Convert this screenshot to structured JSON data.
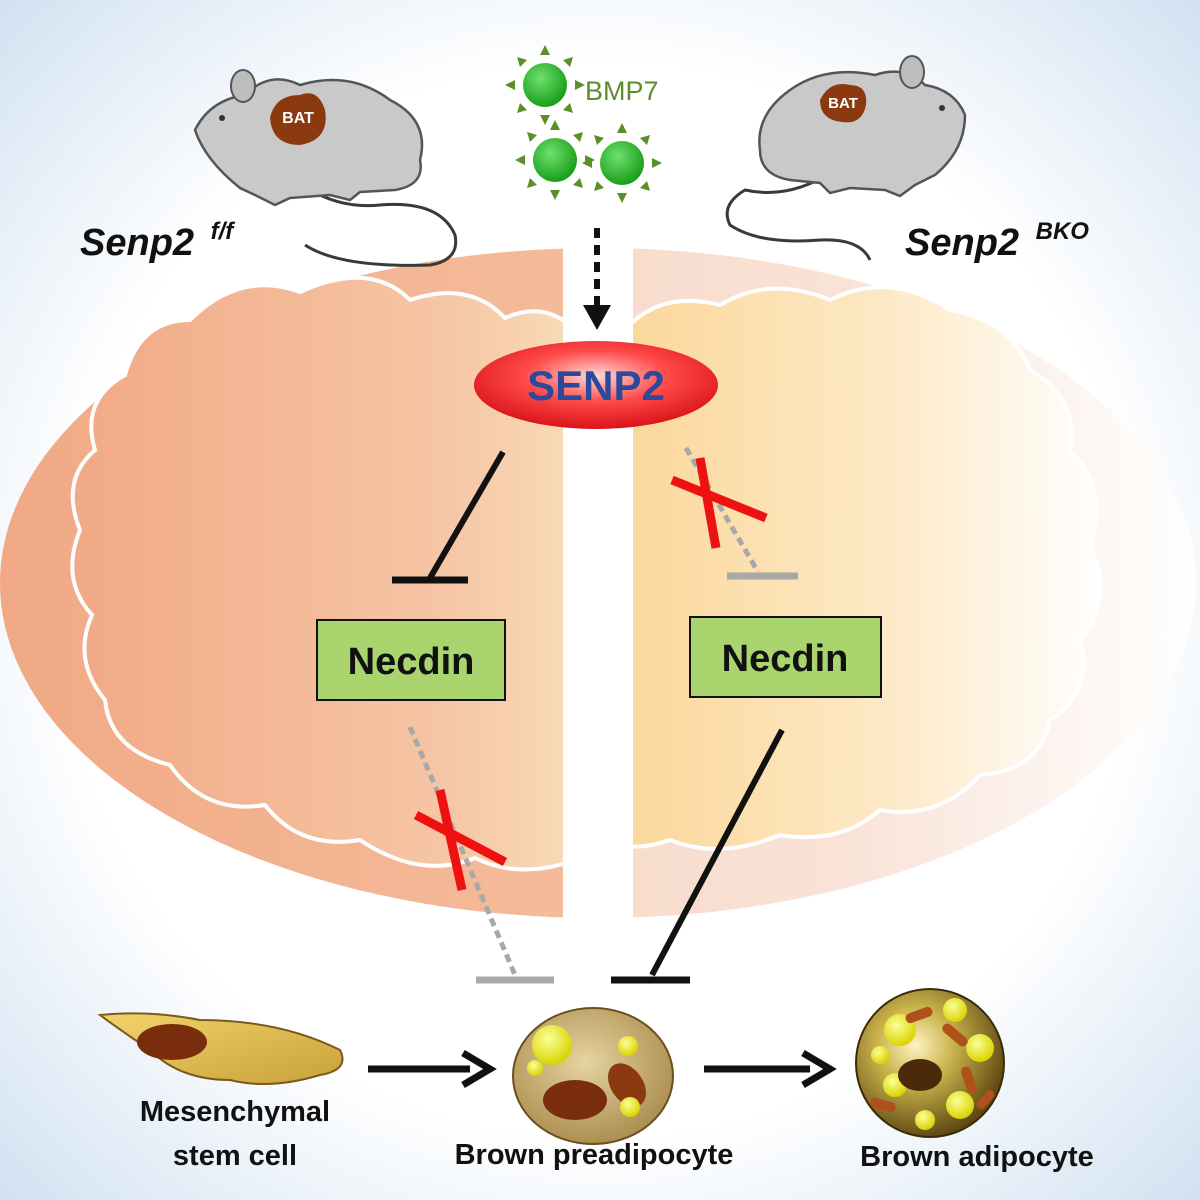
{
  "labels": {
    "bat_left": "BAT",
    "bat_right": "BAT",
    "bmp7": "BMP7",
    "genotype_left_name": "Senp2",
    "genotype_left_sup": "f/f",
    "genotype_right_name": "Senp2",
    "genotype_right_sup": "BKO",
    "senp2": "SENP2",
    "necdin_left": "Necdin",
    "necdin_right": "Necdin",
    "msc_line1": "Mesenchymal",
    "msc_line2": "stem cell",
    "preadipocyte": "Brown preadipocyte",
    "adipocyte": "Brown adipocyte"
  },
  "colors": {
    "bmp7_text": "#5a8f2a",
    "bmp7_ligand": "#22b022",
    "bat_spot": "#8b3a10",
    "senp2_fill": "#e8151b",
    "senp2_text": "#2b4a9a",
    "necdin_fill": "#a9d46e",
    "inhibit_x": "#ee1111",
    "blocked_line": "#a8a8a8",
    "left_cell": "#f3b08e",
    "right_cell": "#fbdca0"
  }
}
